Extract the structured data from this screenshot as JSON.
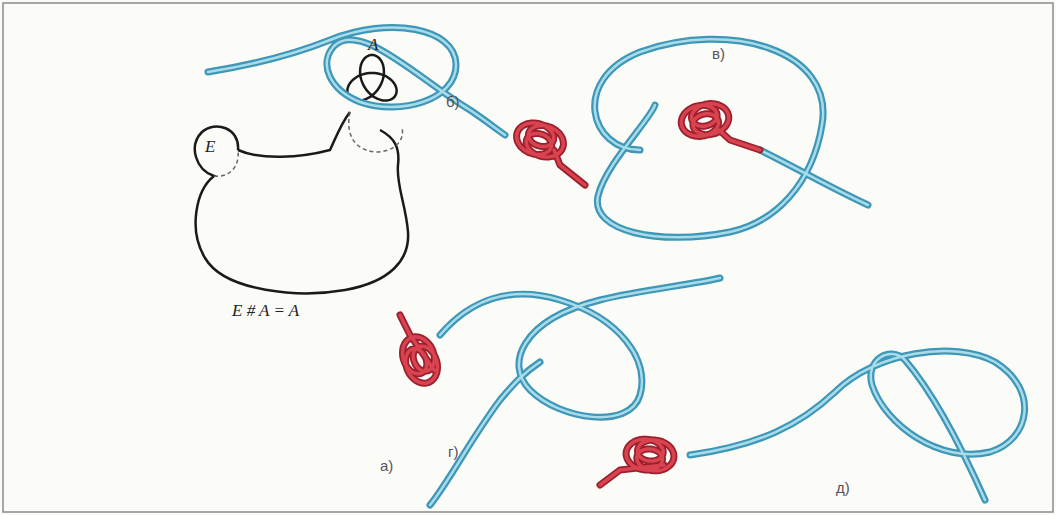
{
  "diagram": {
    "labels": [
      "E",
      "A",
      "E # A = A",
      "а)",
      "б)",
      "в)",
      "г)",
      "д)"
    ]
  }
}
